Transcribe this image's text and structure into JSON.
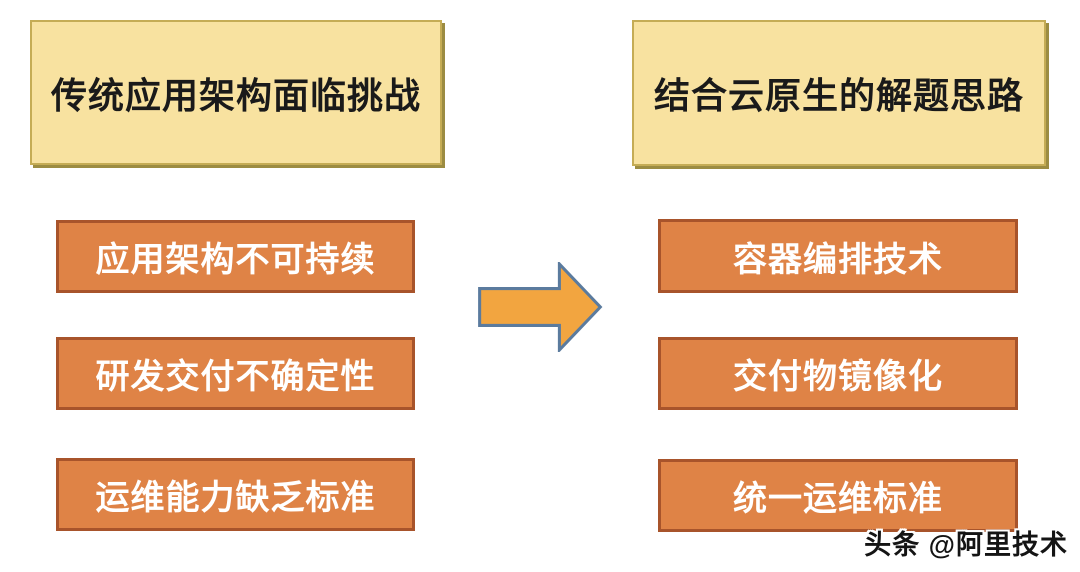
{
  "panels": {
    "left": {
      "header": "传统应用架构面临挑战",
      "items": [
        "应用架构不可持续",
        "研发交付不确定性",
        "运维能力缺乏标准"
      ]
    },
    "right": {
      "header": "结合云原生的解题思路",
      "items": [
        "容器编排技术",
        "交付物镜像化",
        "统一运维标准"
      ]
    }
  },
  "arrow": {
    "icon": "right-arrow"
  },
  "watermark": {
    "text": "头条 @阿里技术"
  },
  "colors": {
    "background": "#FFFFFF",
    "header_fill": "#F8E2A0",
    "header_border": "#C5AC55",
    "header_shadow": "#9C8C42",
    "header_text": "#1A1A1A",
    "item_fill": "#DF8346",
    "item_border": "#A8542B",
    "item_text": "#FFFFFF",
    "arrow_fill": "#F2A540",
    "arrow_border": "#5B7B9E"
  }
}
